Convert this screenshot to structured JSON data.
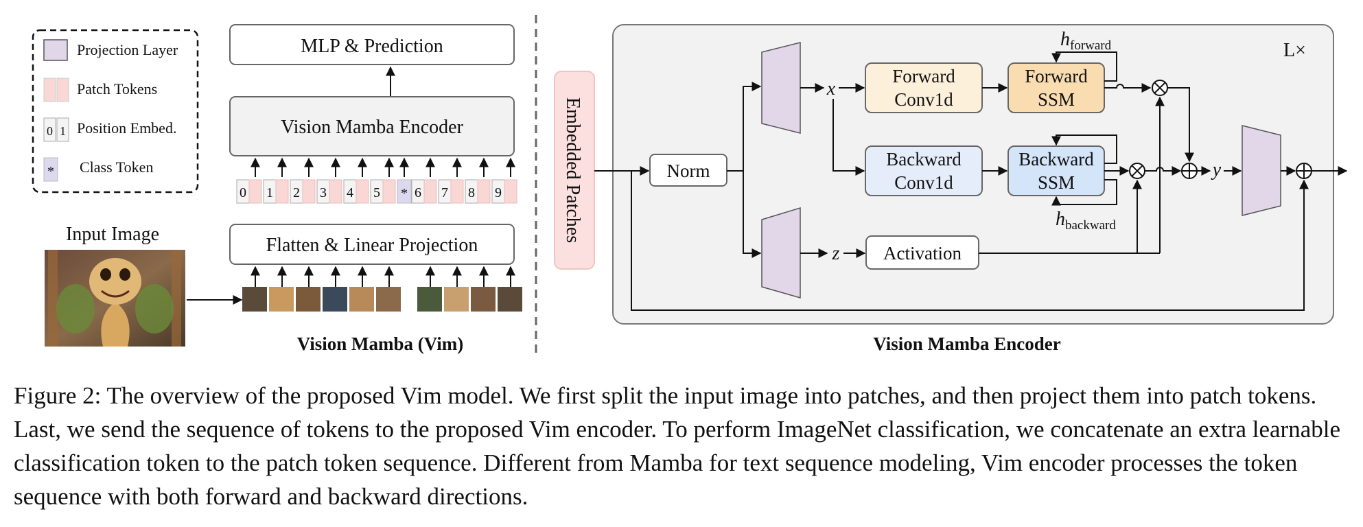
{
  "legend": {
    "projection_layer": "Projection Layer",
    "patch_tokens": "Patch Tokens",
    "position_embed": "Position Embed.",
    "position_embed_digits": [
      "0",
      "1"
    ],
    "class_token": "Class Token",
    "class_token_symbol": "*"
  },
  "left_panel": {
    "mlp_prediction": "MLP & Prediction",
    "encoder": "Vision Mamba Encoder",
    "flatten": "Flatten & Linear Projection",
    "input_image": "Input Image",
    "title": "Vision Mamba (Vim)",
    "token_labels": [
      "0",
      "1",
      "2",
      "3",
      "4",
      "5",
      "*",
      "6",
      "7",
      "8",
      "9"
    ]
  },
  "right_panel": {
    "embedded_patches": "Embedded Patches",
    "norm": "Norm",
    "forward_conv": [
      "Forward",
      "Conv1d"
    ],
    "forward_ssm": [
      "Forward",
      "SSM"
    ],
    "backward_conv": [
      "Backward",
      "Conv1d"
    ],
    "backward_ssm": [
      "Backward",
      "SSM"
    ],
    "activation": "Activation",
    "x_label": "x",
    "z_label": "z",
    "y_label": "y",
    "h_forward": "h",
    "h_forward_sub": "forward",
    "h_backward": "h",
    "h_backward_sub": "backward",
    "repeat": "L×",
    "title": "Vision Mamba Encoder"
  },
  "caption": "Figure 2: The overview of the proposed Vim model. We first split the input image into patches, and then project them into patch tokens. Last, we send the sequence of tokens to the proposed Vim encoder. To perform ImageNet classification, we concatenate an extra learnable classification token to the patch token sequence. Different from Mamba for text sequence modeling, Vim encoder processes the token sequence with both forward and backward directions.",
  "colors": {
    "projection": "#e2d6e9",
    "patch_token": "#f9d7d5",
    "class_token": "#dcd9ef",
    "forward_conv": "#fdf0db",
    "forward_ssm": "#f9ddb1",
    "backward_conv": "#e4edf9",
    "backward_ssm": "#d4e4f9",
    "embedded": "#fbe0df",
    "panel_bg": "#f2f2f2"
  }
}
